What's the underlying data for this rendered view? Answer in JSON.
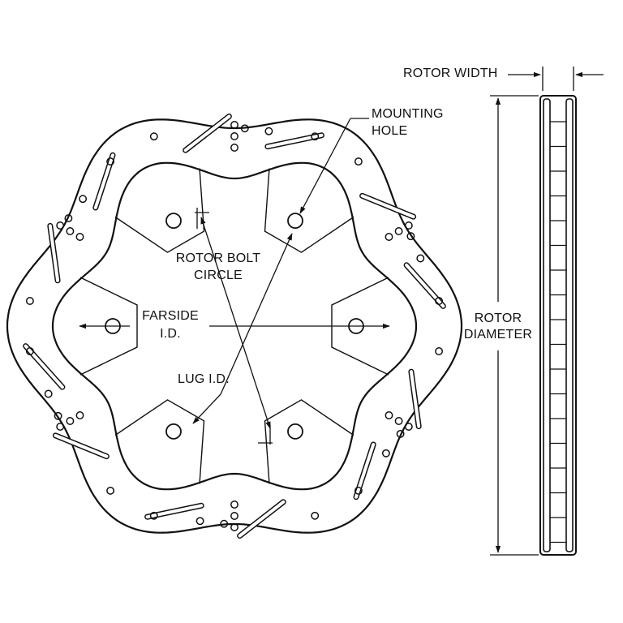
{
  "labels": {
    "rotor_width": "ROTOR WIDTH",
    "mounting_hole_1": "MOUNTING",
    "mounting_hole_2": "HOLE",
    "rotor_bolt_circle_1": "ROTOR BOLT",
    "rotor_bolt_circle_2": "CIRCLE",
    "farside_id_1": "FARSIDE",
    "farside_id_2": "I.D.",
    "lug_id": "LUG I.D.",
    "rotor_diameter_1": "ROTOR",
    "rotor_diameter_2": "DIAMETER"
  },
  "rotor": {
    "lobes": 6,
    "mounting_holes": 6,
    "line_color": "#111111",
    "background": "#ffffff"
  }
}
